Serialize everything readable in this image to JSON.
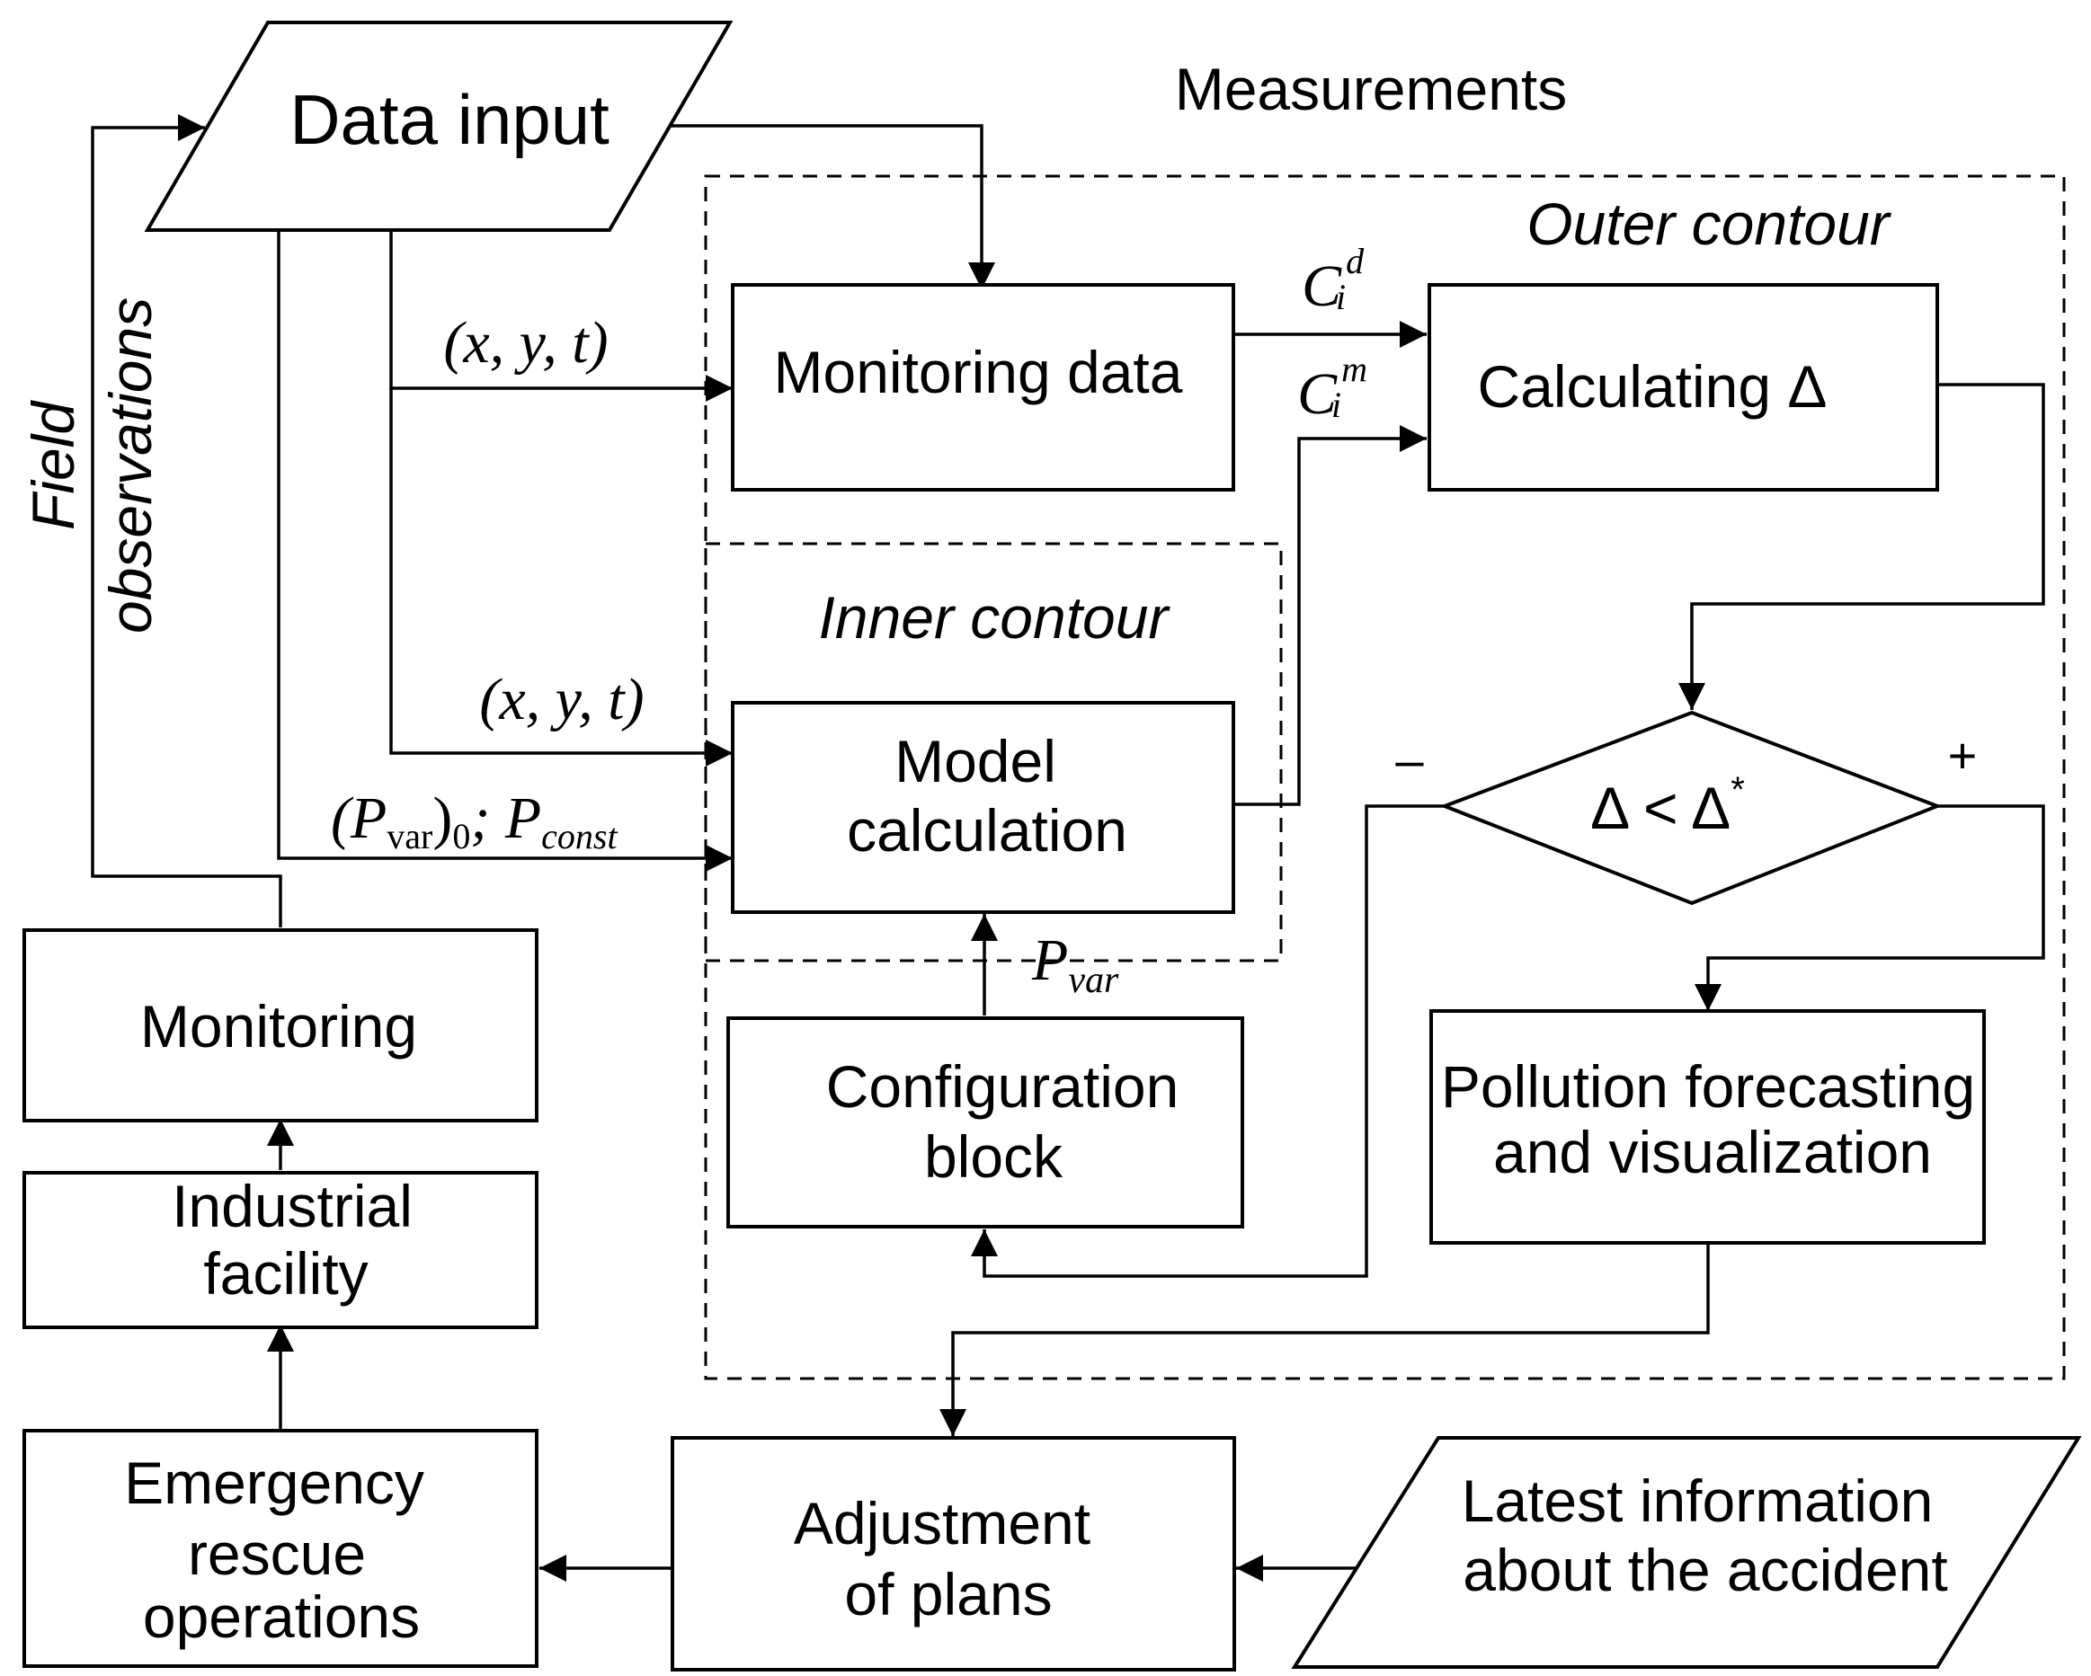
{
  "diagram": {
    "nodes": {
      "data_input": "Data input",
      "monitoring_data": "Monitoring data",
      "calculating_delta": "Calculating Δ",
      "model_calculation_line1": "Model",
      "model_calculation_line2": "calculation",
      "condition_lhs": "Δ < Δ",
      "condition_sup": "*",
      "configuration_block_line1": "Configuration",
      "configuration_block_line2": "block",
      "pollution_forecasting_line1": "Pollution forecasting",
      "pollution_forecasting_line2": "and visualization",
      "monitoring": "Monitoring",
      "industrial_facility_line1": "Industrial",
      "industrial_facility_line2": "facility",
      "emergency_rescue_line1": "Emergency",
      "emergency_rescue_line2": "rescue",
      "emergency_rescue_line3": "operations",
      "adjustment_of_plans_line1": "Adjustment",
      "adjustment_of_plans_line2": "of plans",
      "latest_information_line1": "Latest information",
      "latest_information_line2": "about the accident"
    },
    "regions": {
      "measurements": "Measurements",
      "outer_contour": "Outer contour",
      "inner_contour": "Inner contour"
    },
    "side_labels": {
      "field": "Field",
      "observations": "observations"
    },
    "edge_labels": {
      "xyt_1": "(x, y, t)",
      "xyt_2": "(x, y, t)",
      "pvar0_open": "(P",
      "pvar0_sub": "var",
      "pvar0_close": ")",
      "pvar0_zero": "0",
      "pvar0_sep": "; P",
      "pconst_sub": "const",
      "pvar_base": "P",
      "pvar_sub": "var",
      "cid_base": "C",
      "cid_sub": "i",
      "cid_sup": "d",
      "cim_base": "C",
      "cim_sub": "i",
      "cim_sup": "m",
      "minus": "–",
      "plus": "+"
    }
  }
}
